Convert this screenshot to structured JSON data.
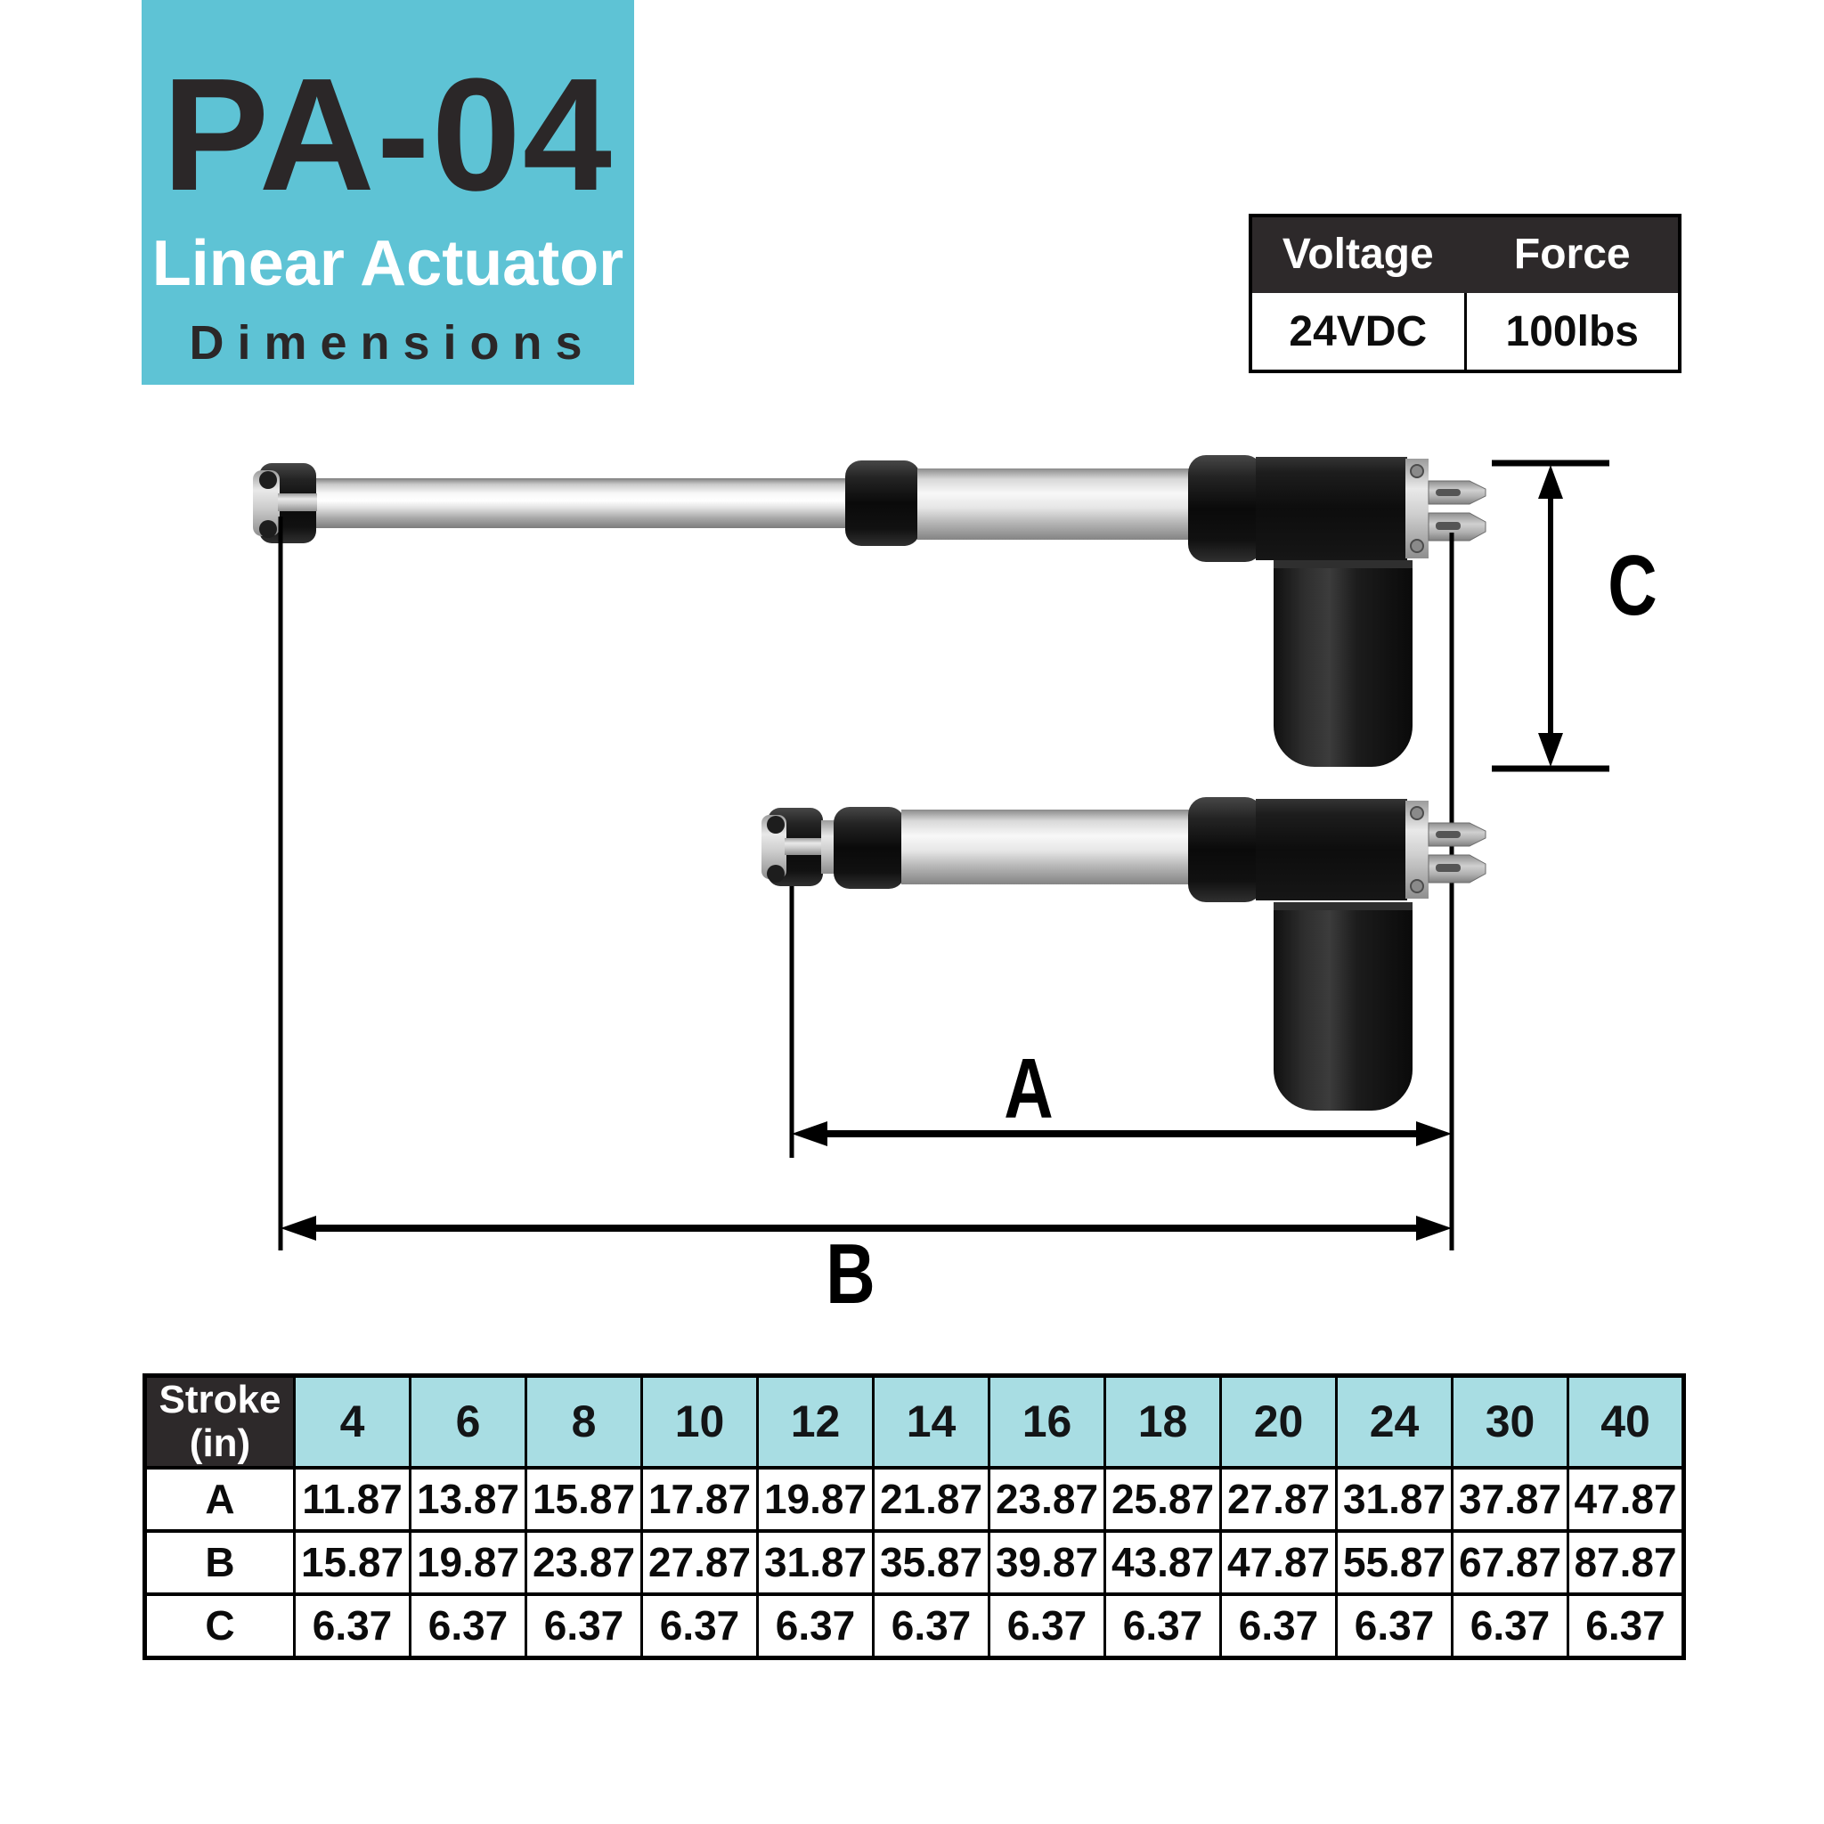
{
  "title_block": {
    "model": "PA-04",
    "line1": "Linear Actuator",
    "line2": "Dimensions"
  },
  "spec_table": {
    "voltage_header": "Voltage",
    "force_header": "Force",
    "voltage_value": "24VDC",
    "force_value": "100lbs"
  },
  "diagram": {
    "label_a": "A",
    "label_b": "B",
    "label_c": "C"
  },
  "dimension_table": {
    "corner_line1": "Stroke",
    "corner_line2": "(in)",
    "stroke_columns": [
      "4",
      "6",
      "8",
      "10",
      "12",
      "14",
      "16",
      "18",
      "20",
      "24",
      "30",
      "40"
    ],
    "rows": [
      {
        "label": "A",
        "values": [
          "11.87",
          "13.87",
          "15.87",
          "17.87",
          "19.87",
          "21.87",
          "23.87",
          "25.87",
          "27.87",
          "31.87",
          "37.87",
          "47.87"
        ]
      },
      {
        "label": "B",
        "values": [
          "15.87",
          "19.87",
          "23.87",
          "27.87",
          "31.87",
          "35.87",
          "39.87",
          "43.87",
          "47.87",
          "55.87",
          "67.87",
          "87.87"
        ]
      },
      {
        "label": "C",
        "values": [
          "6.37",
          "6.37",
          "6.37",
          "6.37",
          "6.37",
          "6.37",
          "6.37",
          "6.37",
          "6.37",
          "6.37",
          "6.37",
          "6.37"
        ]
      }
    ]
  },
  "colors": {
    "accent_teal": "#5EC3D5",
    "light_teal": "#A8DDE3",
    "dark_charcoal": "#2D292A"
  }
}
